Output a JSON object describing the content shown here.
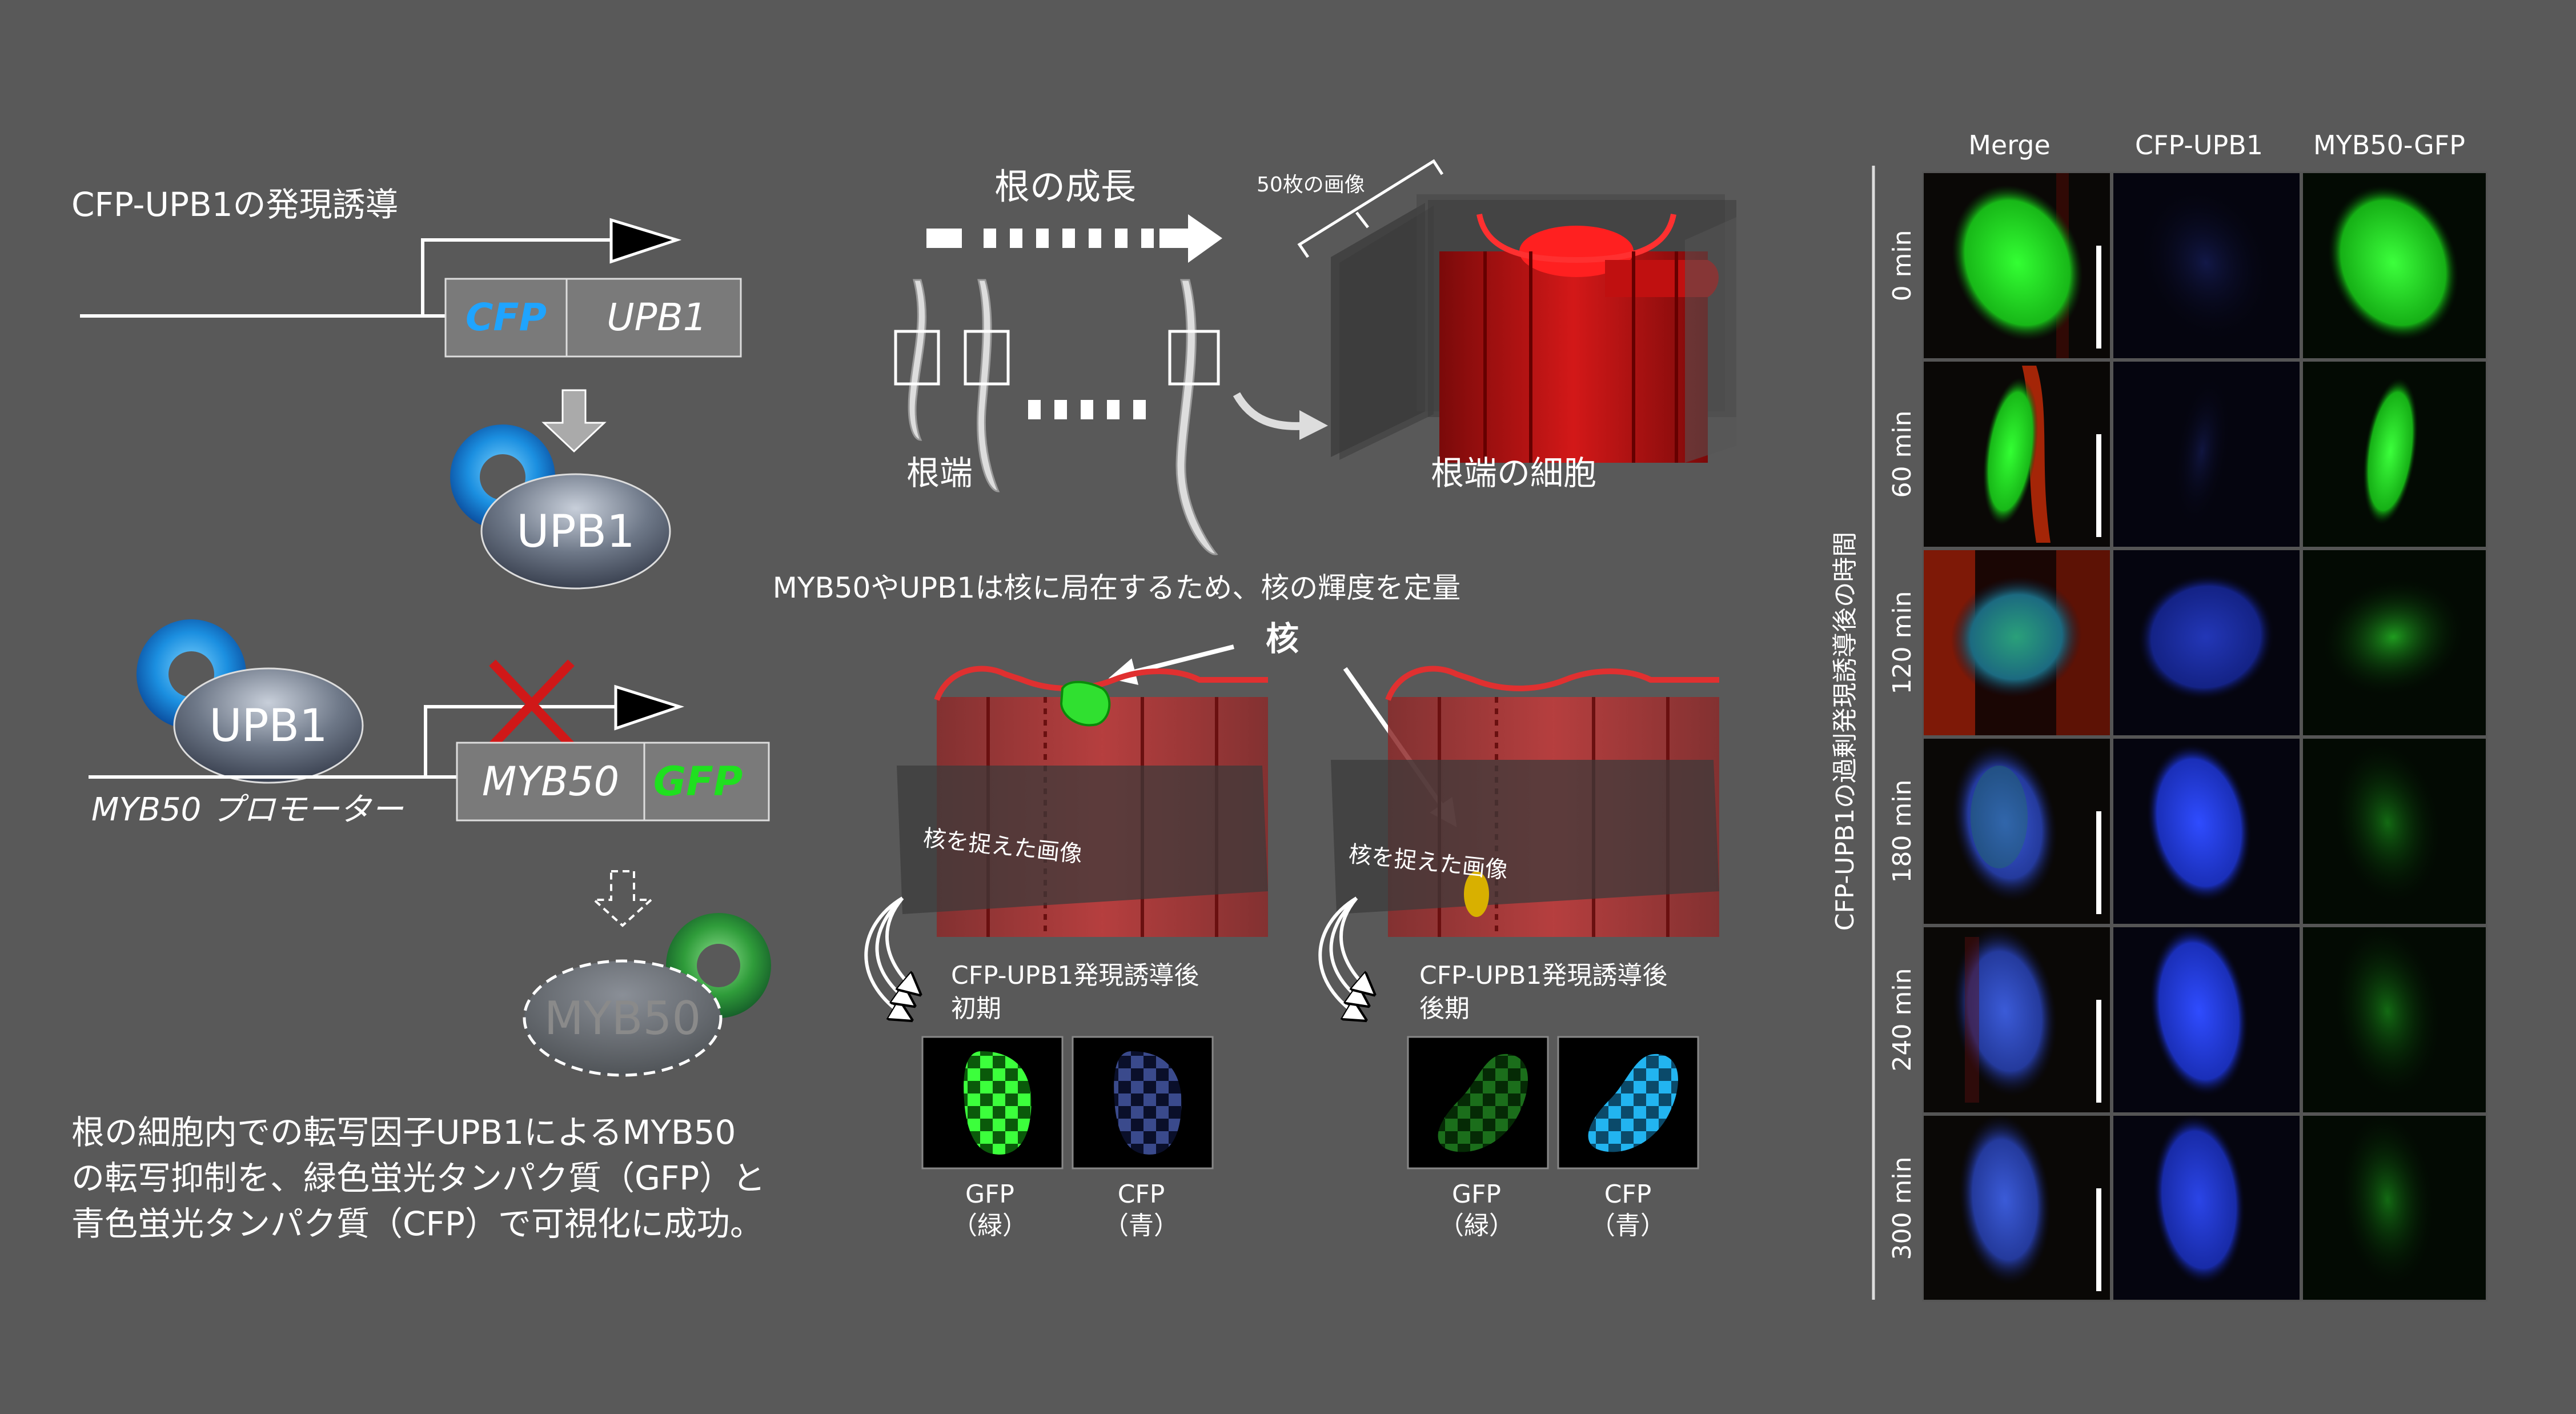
{
  "left": {
    "induction_title": "CFP-UPB1の発現誘導",
    "gene_cfp": "CFP",
    "gene_upb1": "UPB1",
    "protein_upb1_1": "UPB1",
    "protein_upb1_2": "UPB1",
    "gene_myb50": "MYB50",
    "gene_gfp": "GFP",
    "promoter_label": "MYB50 プロモーター",
    "protein_myb50": "MYB50",
    "summary": [
      "根の細胞内での転写因子UPB1によるMYB50",
      "の転写抑制を、緑色蛍光タンパク質（GFP）と",
      "青色蛍光タンパク質（CFP）で可視化に成功。"
    ]
  },
  "middle": {
    "root_growth": "根の成長",
    "images_count": "50枚の画像",
    "root_tip": "根端",
    "root_tip_cells": "根端の細胞",
    "nucleus_note": "MYB50やUPB1は核に局在するため、核の輝度を定量",
    "nucleus": "核",
    "captured_image_1": "核を捉えた画像",
    "captured_image_2": "核を捉えた画像",
    "early_line1": "CFP-UPB1発現誘導後",
    "early_line2": "初期",
    "late_line1": "CFP-UPB1発現誘導後",
    "late_line2": "後期",
    "gfp_1": "GFP",
    "gfp_1_sub": "（緑）",
    "cfp_1": "CFP",
    "cfp_1_sub": "（青）",
    "gfp_2": "GFP",
    "gfp_2_sub": "（緑）",
    "cfp_2": "CFP",
    "cfp_2_sub": "（青）"
  },
  "right": {
    "columns": [
      "Merge",
      "CFP-UPB1",
      "MYB50-GFP"
    ],
    "rows": [
      "0 min",
      "60 min",
      "120 min",
      "180 min",
      "240 min",
      "300 min"
    ],
    "axis_label": "CFP-UPB1の過剰発現誘導後の時間"
  },
  "colors": {
    "background": "#595959",
    "red_cell": "#d01010",
    "gfp_green": "#1fe01f",
    "cfp_blue": "#1a3cff",
    "cfp_cyan": "#19a9e6"
  }
}
